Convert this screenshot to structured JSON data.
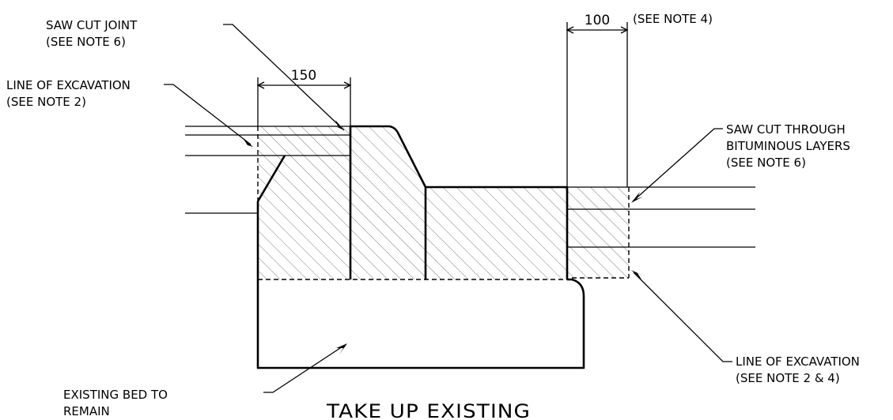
{
  "labels": {
    "saw_cut_joint": [
      "SAW CUT JOINT",
      "(SEE NOTE 6)"
    ],
    "line_of_excavation_left": [
      "LINE OF EXCAVATION",
      "(SEE NOTE 2)"
    ],
    "saw_cut_through": [
      "SAW CUT THROUGH",
      "BITUMINOUS LAYERS",
      "(SEE NOTE 6)"
    ],
    "line_of_excavation_right": [
      "LINE OF EXCAVATION",
      "(SEE NOTE 2 & 4)"
    ],
    "existing_bed": [
      "EXISTING BED TO",
      "REMAIN"
    ],
    "see_note_4": "(SEE NOTE 4)"
  },
  "dimensions": {
    "left_width": "150",
    "right_width": "100"
  },
  "title": "TAKE UP EXISTING"
}
